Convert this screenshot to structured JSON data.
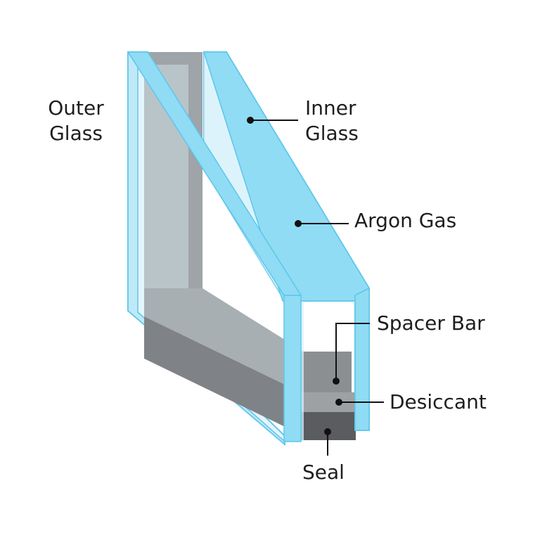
{
  "diagram": {
    "labels": {
      "outer_glass": [
        "Outer",
        "Glass"
      ],
      "inner_glass": [
        "Inner",
        "Glass"
      ],
      "argon_gas": "Argon Gas",
      "spacer_bar": "Spacer Bar",
      "desiccant": "Desiccant",
      "seal": "Seal"
    },
    "colors": {
      "glass_edge": "#7fd6f2",
      "glass_face": "#e4f5fc",
      "glass_outline": "#5ec6ea",
      "interior_wall": "#b9c4c9",
      "interior_top": "#8a8d90",
      "spacer": "#8c8f92",
      "desiccant": "#9ea1a3",
      "seal": "#5a5c5f",
      "text": "#1e1e1e",
      "leader": "#111111"
    }
  }
}
